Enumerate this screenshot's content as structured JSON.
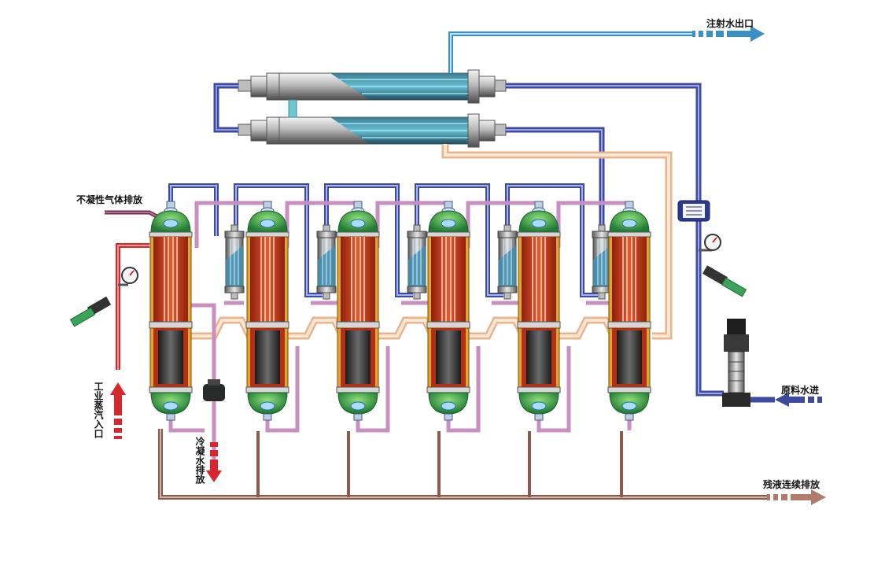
{
  "labels": {
    "injection_water_outlet": "注射水出口",
    "non_condensable_gas_vent": "不凝性气体排放",
    "raw_water_inlet": "原料水进",
    "industrial_steam_inlet": "工业蒸汽入口",
    "condensate_drain": "冷凝水排放",
    "residue_continuous_discharge": "残液连续排放"
  },
  "colors": {
    "steam": "#d8262c",
    "condensate": "#b07a6e",
    "raw_water": "#3d4a9e",
    "outlet_water": "#3a8fc7",
    "vapor_pipe": "#c98fc2",
    "feed_pipe": "#f3c9a6",
    "column_green": "#2f9e49",
    "column_body": "#d2451f",
    "column_jacket": "#e0a72c"
  },
  "equipment": {
    "effect_columns": 6,
    "preheaters": 5,
    "condensers": 2
  }
}
